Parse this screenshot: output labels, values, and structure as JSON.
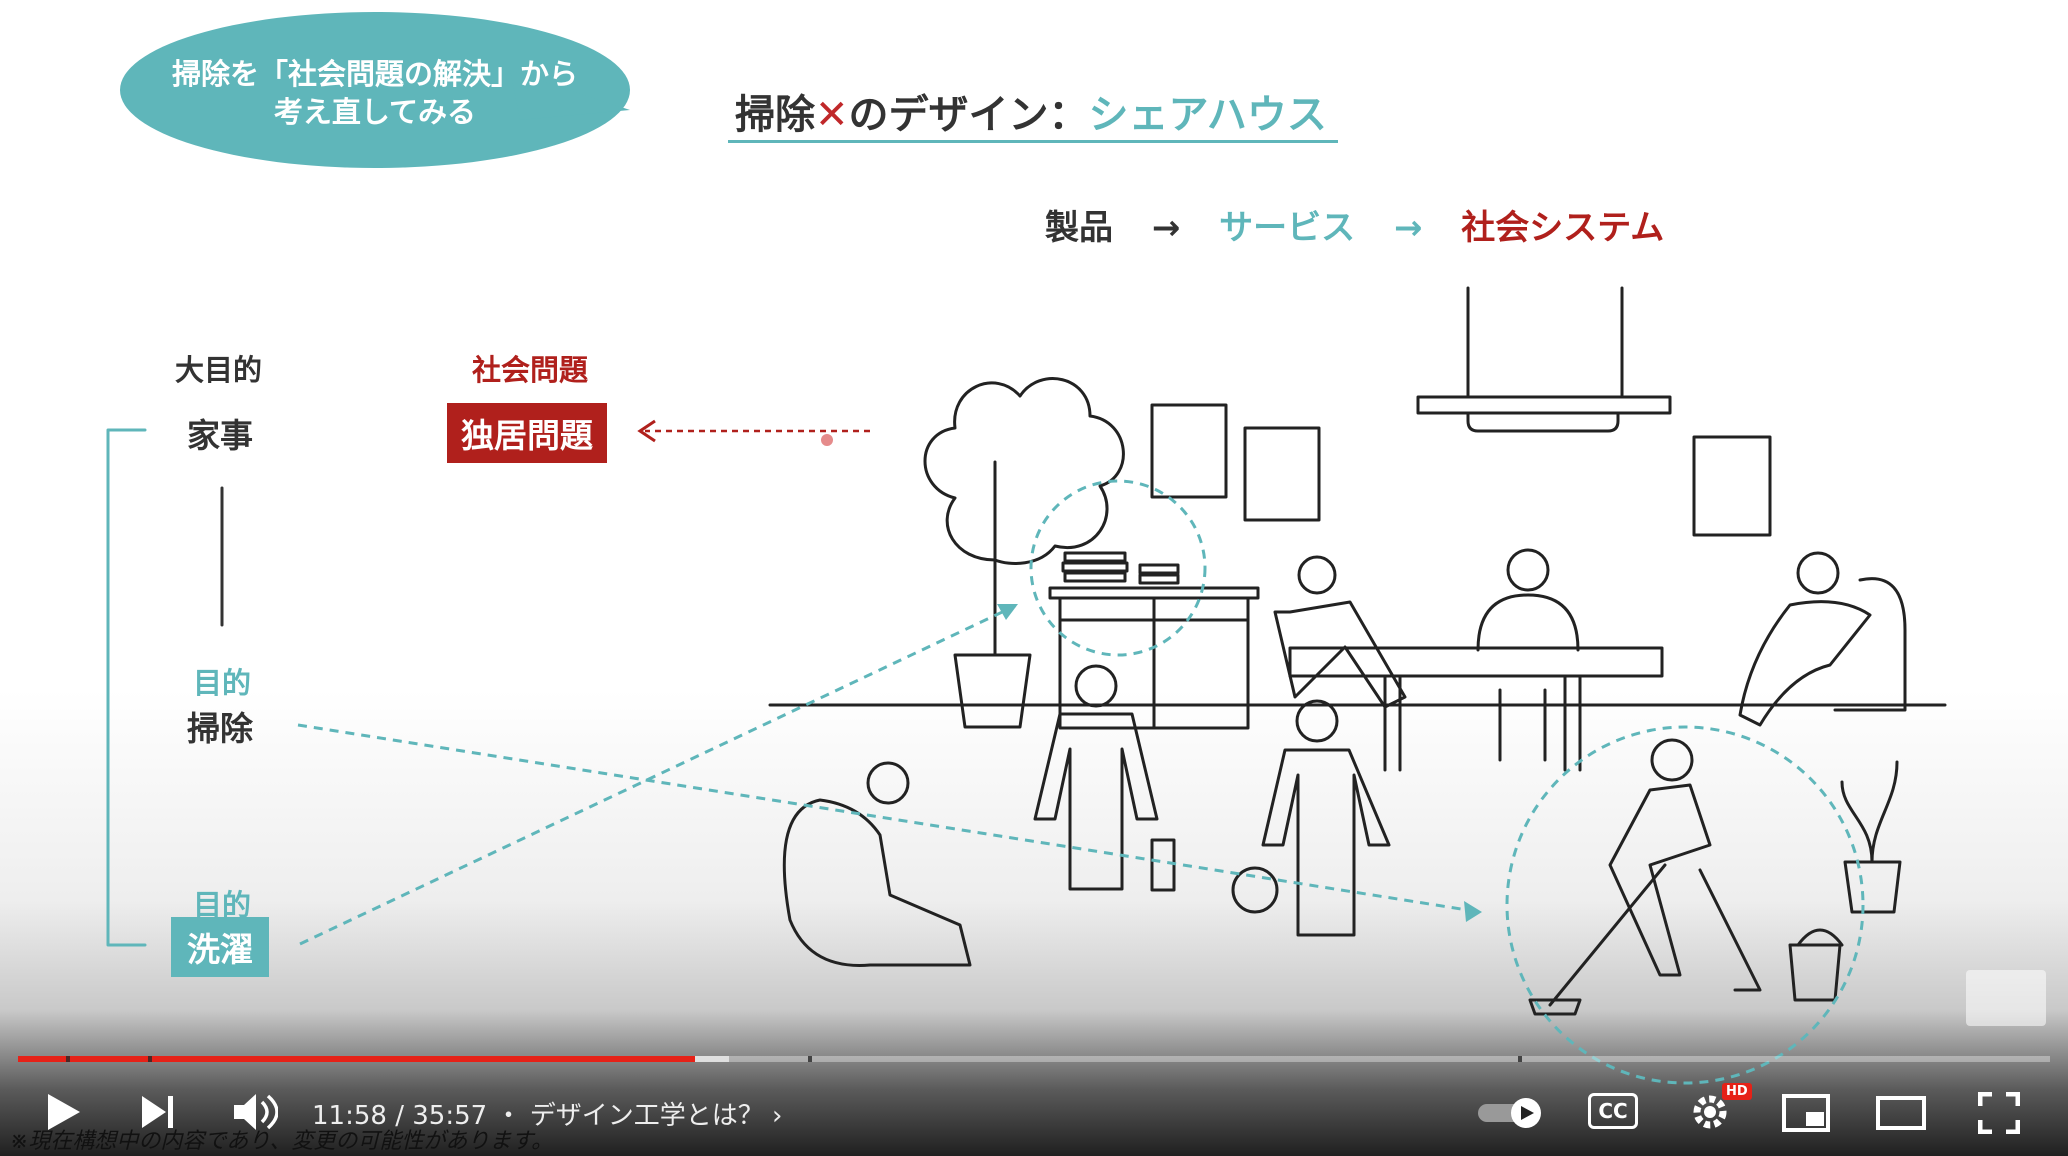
{
  "slide": {
    "bubble_line1": "掃除を「社会問題の解決」から",
    "bubble_line2": "考え直してみる",
    "title_prefix": "掃除",
    "title_mid": "のデザイン：",
    "title_suffix": "シェアハウス",
    "flow": {
      "product": "製品",
      "arrow": "→",
      "service": "サービス",
      "social_system": "社会システム"
    },
    "major_purpose_label": "大目的",
    "major_purpose_value": "家事",
    "social_issue_label": "社会問題",
    "social_issue_value": "独居問題",
    "purpose_label": "目的",
    "purpose_cleaning": "掃除",
    "purpose_laundry": "洗濯"
  },
  "player": {
    "time_current": "11:58",
    "time_separator": "/",
    "time_total": "35:57",
    "chapter_separator": "・",
    "chapter_title": "デザイン工学とは？",
    "played_fraction": 0.333,
    "buffered_fraction": 0.35,
    "hd_badge": "HD",
    "cc_label": "CC",
    "disclaimer": "※現在構想中の内容であり、変更の可能性があります。"
  },
  "colors": {
    "teal": "#5fb6ba",
    "red": "#b0201c",
    "progress": "#e62117"
  }
}
